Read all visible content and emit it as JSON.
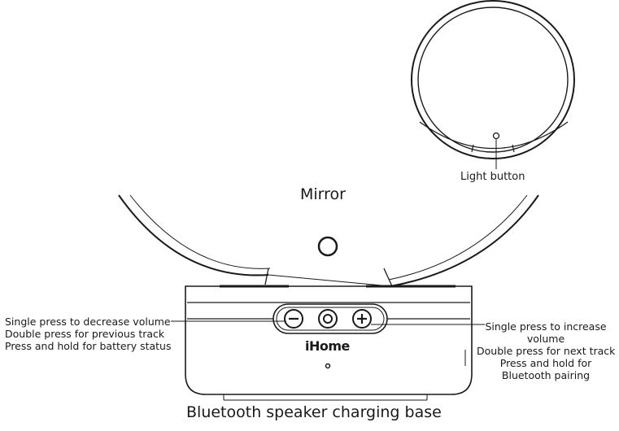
{
  "labels": {
    "light_button": "Light button",
    "mirror": "Mirror",
    "caption": "Bluetooth speaker charging base",
    "brand": "iHome"
  },
  "left_callout": [
    "Single press to decrease volume",
    "Double press for previous track",
    "Press and hold for battery status"
  ],
  "right_callout": [
    "Single press to increase",
    "volume",
    "Double press for next track",
    "Press and hold for",
    "Bluetooth pairing"
  ],
  "icons": {
    "minus": "minus-icon",
    "power": "power-icon",
    "plus": "plus-icon"
  },
  "colors": {
    "line": "#1a1a1a",
    "background": "#ffffff"
  }
}
